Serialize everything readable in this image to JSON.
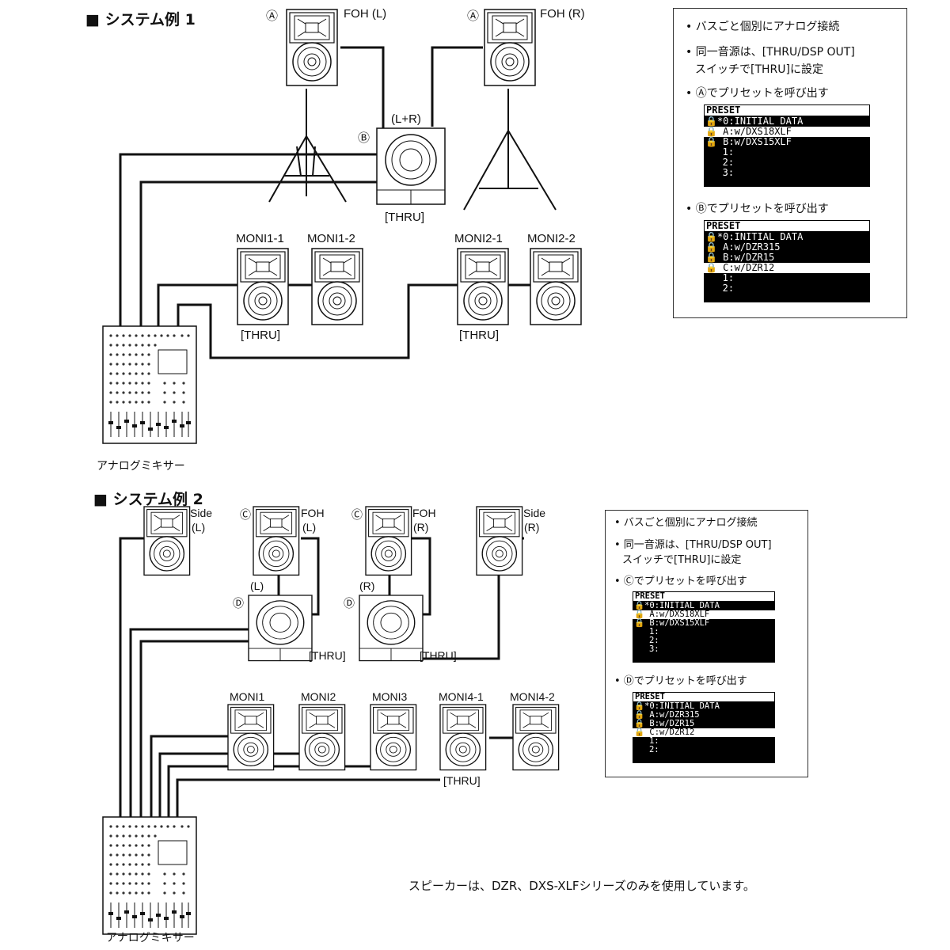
{
  "system1": {
    "title": "■ システム例 1",
    "marker_a": "Ⓐ",
    "marker_b": "Ⓑ",
    "foh_l": "FOH (L)",
    "foh_r": "FOH (R)",
    "lr": "(L+R)",
    "sub_thru": "[THRU]",
    "moni1_1": "MONI1-1",
    "moni1_2": "MONI1-2",
    "moni2_1": "MONI2-1",
    "moni2_2": "MONI2-2",
    "moni1_thru": "[THRU]",
    "moni2_thru": "[THRU]",
    "mixer": "アナログミキサー",
    "notes": {
      "line1": "• バスごと個別にアナログ接続",
      "line2": "• 同一音源は、[THRU/DSP OUT]",
      "line3": "スイッチで[THRU]に設定",
      "line4": "• Ⓐでプリセットを呼び出す",
      "line5": "• Ⓑでプリセットを呼び出す"
    },
    "preset_a": {
      "header": "PRESET",
      "rows": [
        "🔒*0:INITIAL DATA",
        "🔒 A:w/DXS18XLF",
        "🔒 B:w/DXS15XLF",
        "   1:",
        "   2:",
        "   3:"
      ],
      "selected": 1
    },
    "preset_b": {
      "header": "PRESET",
      "rows": [
        "🔒*0:INITIAL DATA",
        "🔒 A:w/DZR315",
        "🔒 B:w/DZR15",
        "🔒 C:w/DZR12",
        "   1:",
        "   2:"
      ],
      "selected": 3
    }
  },
  "system2": {
    "title": "■ システム例 2",
    "marker_c": "Ⓒ",
    "marker_d": "Ⓓ",
    "side": "Side",
    "side_l": "(L)",
    "side_r": "(R)",
    "foh": "FOH",
    "foh_l": "(L)",
    "foh_r": "(R)",
    "sub_l": "(L)",
    "sub_r": "(R)",
    "sub_thru_l": "[THRU]",
    "sub_thru_r": "[THRU]",
    "moni1": "MONI1",
    "moni2": "MONI2",
    "moni3": "MONI3",
    "moni4_1": "MONI4-1",
    "moni4_2": "MONI4-2",
    "moni4_thru": "[THRU]",
    "mixer": "アナログミキサー",
    "notes": {
      "line1": "• バスごと個別にアナログ接続",
      "line2": "• 同一音源は、[THRU/DSP OUT]",
      "line3": "スイッチで[THRU]に設定",
      "line4": "• Ⓒでプリセットを呼び出す",
      "line5": "• Ⓓでプリセットを呼び出す"
    },
    "preset_c": {
      "header": "PRESET",
      "rows": [
        "🔒*0:INITIAL DATA",
        "🔒 A:w/DXS18XLF",
        "🔒 B:w/DXS15XLF",
        "   1:",
        "   2:",
        "   3:"
      ],
      "selected": 1
    },
    "preset_d": {
      "header": "PRESET",
      "rows": [
        "🔒*0:INITIAL DATA",
        "🔒 A:w/DZR315",
        "🔒 B:w/DZR15",
        "🔒 C:w/DZR12",
        "   1:",
        "   2:"
      ],
      "selected": 3
    }
  },
  "footnote": "スピーカーは、DZR、DXS-XLFシリーズのみを使用しています。"
}
